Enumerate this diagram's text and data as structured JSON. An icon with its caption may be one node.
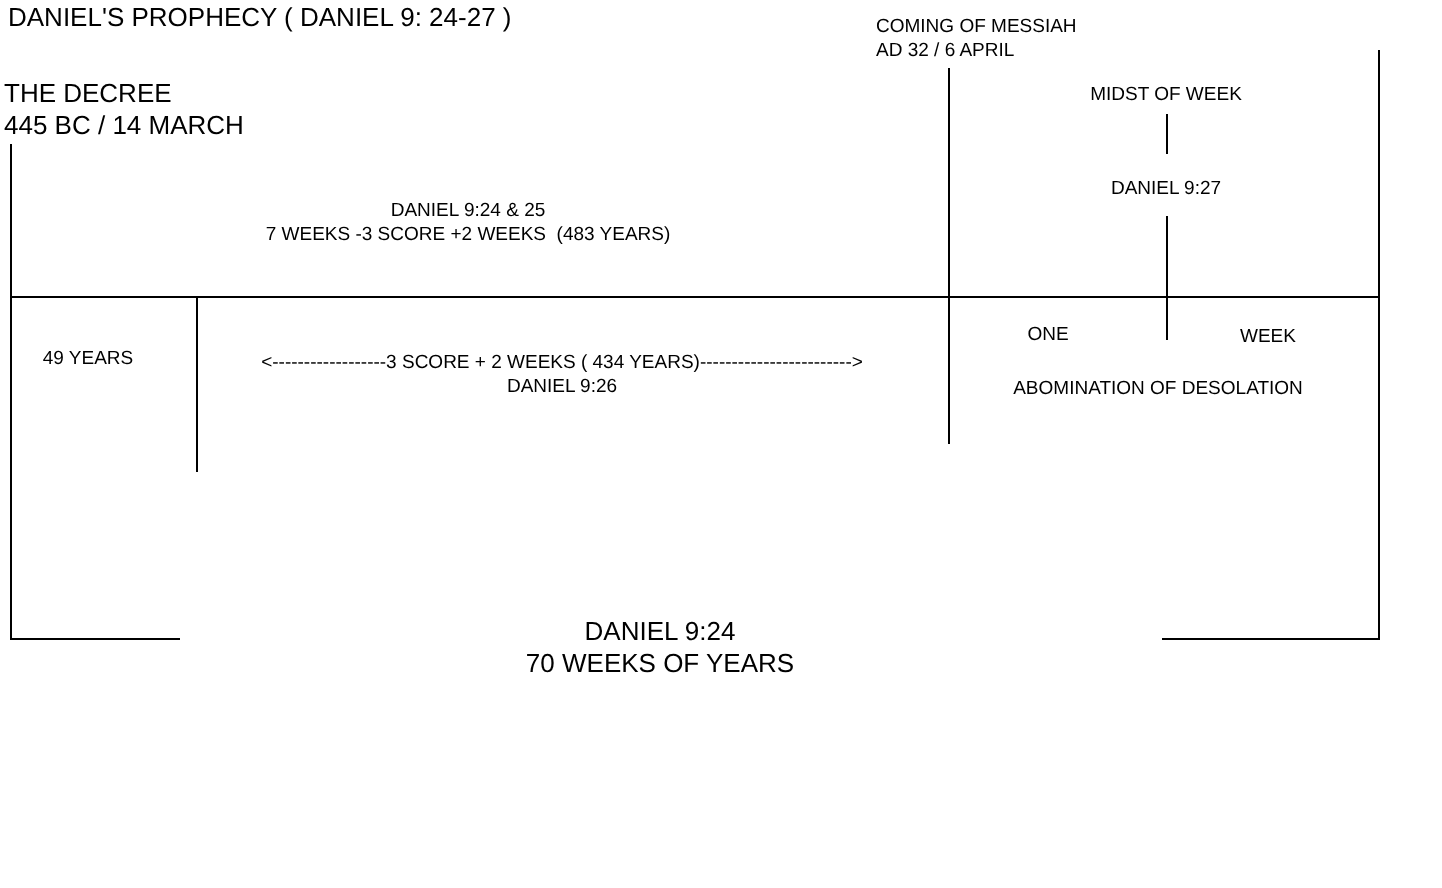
{
  "diagram": {
    "title": "DANIEL'S PROPHECY ( DANIEL 9: 24-27 )",
    "labels": [
      "COMING OF MESSIAH",
      "AD 32 / 6 APRIL",
      "THE DECREE",
      "445 BC / 14 MARCH",
      "MIDST OF WEEK",
      "DANIEL 9:24 & 25",
      "DANIEL 9:27",
      "7 WEEKS -3 SCORE +2 WEEKS  (483 YEARS)",
      "ONE",
      "WEEK",
      "49 YEARS",
      "<------------------3 SCORE + 2 WEEKS ( 434 YEARS)------------------------>",
      "DANIEL 9:26",
      "ABOMINATION OF DESOLATION",
      "DANIEL 9:24",
      "70 WEEKS OF YEARS"
    ]
  }
}
